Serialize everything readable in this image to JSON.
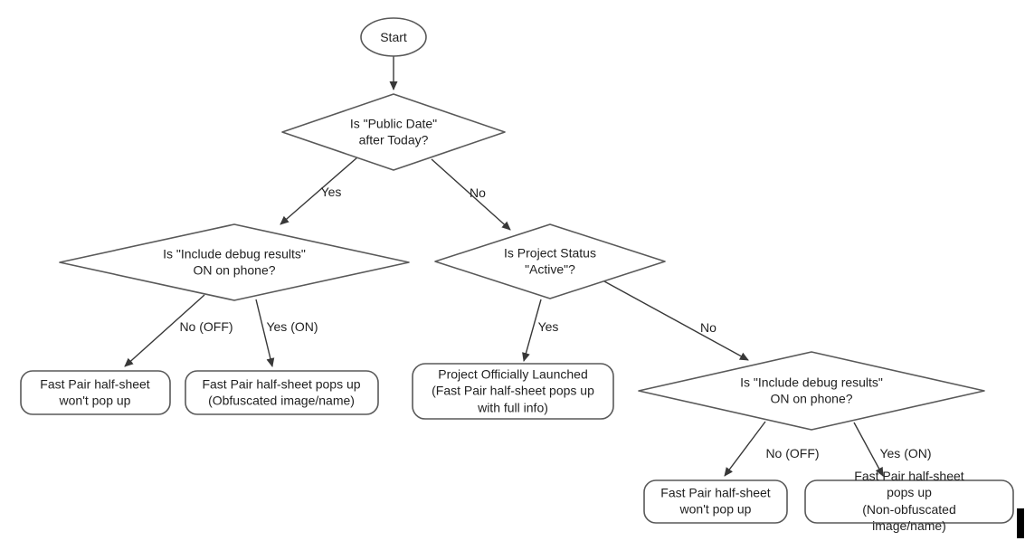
{
  "diagram": {
    "type": "flowchart",
    "colors": {
      "background": "#ffffff",
      "shape_stroke": "#595959",
      "arrow_stroke": "#383838",
      "text": "#1f1f1f",
      "cursor_bar": "#000000"
    },
    "nodes": {
      "start": {
        "type": "terminator",
        "label": "Start"
      },
      "decision_public_date": {
        "type": "decision",
        "label": "Is \"Public Date\"\nafter Today?"
      },
      "decision_debug_left": {
        "type": "decision",
        "label": "Is \"Include debug results\"\nON on phone?"
      },
      "decision_project_status": {
        "type": "decision",
        "label": "Is Project Status\n\"Active\"?"
      },
      "decision_debug_right": {
        "type": "decision",
        "label": "Is \"Include debug results\"\nON on phone?"
      },
      "outcome_no_popup_left": {
        "type": "process",
        "label": "Fast Pair half-sheet\nwon't pop up"
      },
      "outcome_obfuscated": {
        "type": "process",
        "label": "Fast Pair half-sheet pops up\n(Obfuscated image/name)"
      },
      "outcome_launched": {
        "type": "process",
        "label": "Project Officially Launched\n(Fast Pair half-sheet pops up\nwith full info)"
      },
      "outcome_no_popup_right": {
        "type": "process",
        "label": "Fast Pair half-sheet\nwon't pop up"
      },
      "outcome_non_obfuscated": {
        "type": "process",
        "label": "Fast Pair half-sheet pops up\n(Non-obfuscated image/name)"
      }
    },
    "edge_labels": {
      "public_date_yes": "Yes",
      "public_date_no": "No",
      "debug_left_no": "No (OFF)",
      "debug_left_yes": "Yes (ON)",
      "project_status_yes": "Yes",
      "project_status_no": "No",
      "debug_right_no": "No (OFF)",
      "debug_right_yes": "Yes (ON)"
    }
  }
}
